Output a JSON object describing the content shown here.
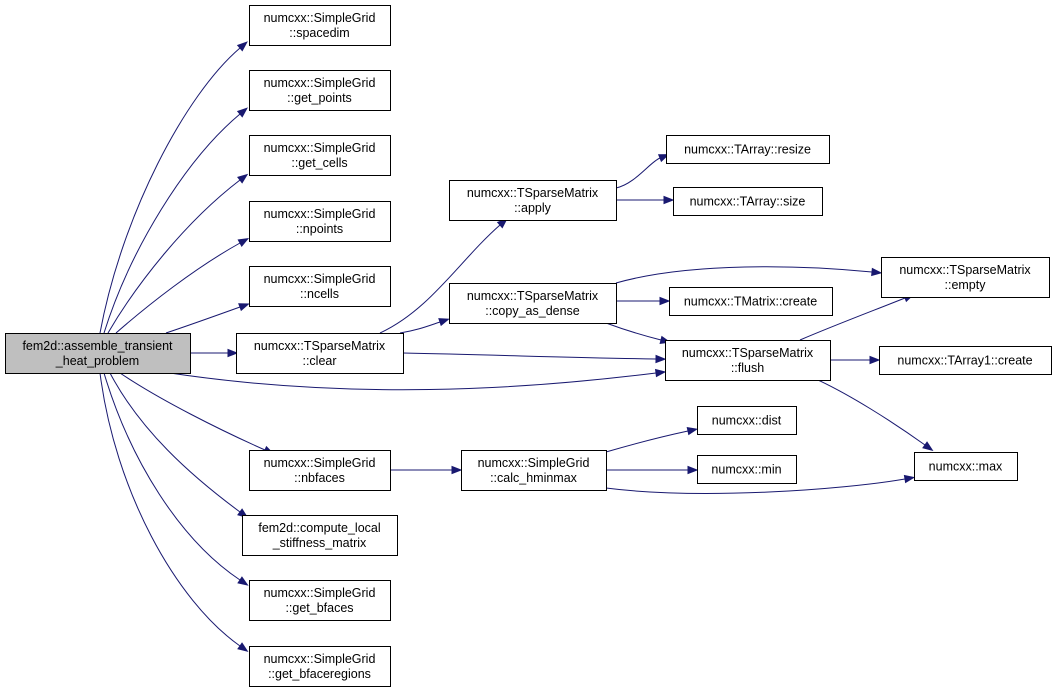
{
  "colors": {
    "edge": "#191970",
    "root_fill": "#bfbfbf",
    "node_fill": "#ffffff",
    "border": "#000000"
  },
  "nodes": [
    {
      "id": "root",
      "lines": [
        "fem2d::assemble_transient",
        "_heat_problem"
      ],
      "root": true
    },
    {
      "id": "spacedim",
      "lines": [
        "numcxx::SimpleGrid",
        "::spacedim"
      ]
    },
    {
      "id": "get_points",
      "lines": [
        "numcxx::SimpleGrid",
        "::get_points"
      ]
    },
    {
      "id": "get_cells",
      "lines": [
        "numcxx::SimpleGrid",
        "::get_cells"
      ]
    },
    {
      "id": "npoints",
      "lines": [
        "numcxx::SimpleGrid",
        "::npoints"
      ]
    },
    {
      "id": "ncells",
      "lines": [
        "numcxx::SimpleGrid",
        "::ncells"
      ]
    },
    {
      "id": "clear",
      "lines": [
        "numcxx::TSparseMatrix",
        "::clear"
      ]
    },
    {
      "id": "nbfaces",
      "lines": [
        "numcxx::SimpleGrid",
        "::nbfaces"
      ]
    },
    {
      "id": "compute_local",
      "lines": [
        "fem2d::compute_local",
        "_stiffness_matrix"
      ]
    },
    {
      "id": "get_bfaces",
      "lines": [
        "numcxx::SimpleGrid",
        "::get_bfaces"
      ]
    },
    {
      "id": "get_bfaceregions",
      "lines": [
        "numcxx::SimpleGrid",
        "::get_bfaceregions"
      ]
    },
    {
      "id": "apply",
      "lines": [
        "numcxx::TSparseMatrix",
        "::apply"
      ]
    },
    {
      "id": "copy_as_dense",
      "lines": [
        "numcxx::TSparseMatrix",
        "::copy_as_dense"
      ]
    },
    {
      "id": "calc_hminmax",
      "lines": [
        "numcxx::SimpleGrid",
        "::calc_hminmax"
      ]
    },
    {
      "id": "resize",
      "lines": [
        "numcxx::TArray::resize"
      ]
    },
    {
      "id": "size",
      "lines": [
        "numcxx::TArray::size"
      ]
    },
    {
      "id": "tmatrix_create",
      "lines": [
        "numcxx::TMatrix::create"
      ]
    },
    {
      "id": "flush",
      "lines": [
        "numcxx::TSparseMatrix",
        "::flush"
      ]
    },
    {
      "id": "dist",
      "lines": [
        "numcxx::dist"
      ]
    },
    {
      "id": "min",
      "lines": [
        "numcxx::min"
      ]
    },
    {
      "id": "empty",
      "lines": [
        "numcxx::TSparseMatrix",
        "::empty"
      ]
    },
    {
      "id": "tarray1_create",
      "lines": [
        "numcxx::TArray1::create"
      ]
    },
    {
      "id": "max",
      "lines": [
        "numcxx::max"
      ]
    }
  ],
  "edges": [
    [
      "root",
      "spacedim"
    ],
    [
      "root",
      "get_points"
    ],
    [
      "root",
      "get_cells"
    ],
    [
      "root",
      "npoints"
    ],
    [
      "root",
      "ncells"
    ],
    [
      "root",
      "clear"
    ],
    [
      "root",
      "flush"
    ],
    [
      "root",
      "nbfaces"
    ],
    [
      "root",
      "compute_local"
    ],
    [
      "root",
      "get_bfaces"
    ],
    [
      "root",
      "get_bfaceregions"
    ],
    [
      "clear",
      "apply"
    ],
    [
      "clear",
      "copy_as_dense"
    ],
    [
      "clear",
      "flush"
    ],
    [
      "apply",
      "resize"
    ],
    [
      "apply",
      "size"
    ],
    [
      "copy_as_dense",
      "empty"
    ],
    [
      "copy_as_dense",
      "tmatrix_create"
    ],
    [
      "copy_as_dense",
      "flush"
    ],
    [
      "flush",
      "empty"
    ],
    [
      "flush",
      "tarray1_create"
    ],
    [
      "flush",
      "max"
    ],
    [
      "nbfaces",
      "calc_hminmax"
    ],
    [
      "calc_hminmax",
      "dist"
    ],
    [
      "calc_hminmax",
      "min"
    ],
    [
      "calc_hminmax",
      "max"
    ]
  ]
}
